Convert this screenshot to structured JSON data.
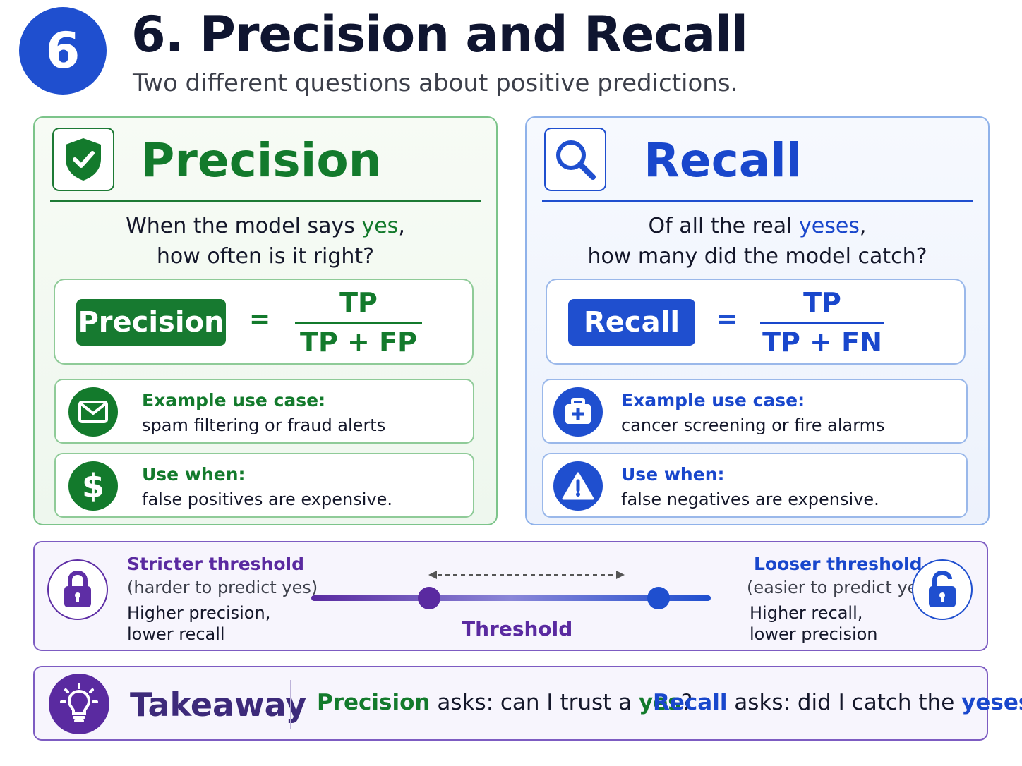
{
  "header": {
    "badge": "6",
    "title": "6. Precision and Recall",
    "subtitle": "Two different questions about positive predictions."
  },
  "precision": {
    "title": "Precision",
    "question_l1_pre": "When the model says ",
    "question_l1_hl": "yes",
    "question_l1_post": ",",
    "question_l2": "how often is it right?",
    "formula_label": "Precision",
    "equals": "=",
    "numerator": "TP",
    "denominator": "TP + FP",
    "example_head": "Example use case:",
    "example_body": "spam filtering or fraud alerts",
    "use_head": "Use when:",
    "use_body": "false positives are expensive."
  },
  "recall": {
    "title": "Recall",
    "question_l1_pre": "Of all the real ",
    "question_l1_hl": "yeses",
    "question_l1_post": ",",
    "question_l2": "how many did the model catch?",
    "formula_label": "Recall",
    "equals": "=",
    "numerator": "TP",
    "denominator": "TP + FN",
    "example_head": "Example use case:",
    "example_body": "cancer screening or fire alarms",
    "use_head": "Use when:",
    "use_body": "false negatives are expensive."
  },
  "threshold": {
    "left_head": "Stricter threshold",
    "left_sub": "(harder to predict yes)",
    "left_effect_1": "Higher precision,",
    "left_effect_2": "lower recall",
    "right_head": "Looser threshold",
    "right_sub": "(easier to predict yes)",
    "right_effect_1": "Higher recall,",
    "right_effect_2": "lower precision",
    "label": "Threshold"
  },
  "takeaway": {
    "title": "Takeaway",
    "a_term": "Precision",
    "a_mid": " asks: can I trust a ",
    "a_hl": "yes",
    "a_end": "?",
    "b_term": "Recall",
    "b_mid": " asks: did I catch the ",
    "b_hl": "yeses",
    "b_end": "?"
  },
  "colors": {
    "green": "#137a2c",
    "blue": "#1f4fcf",
    "purple": "#5a2aa0"
  },
  "icons": [
    "shield-check-icon",
    "magnifier-icon",
    "envelope-icon",
    "dollar-icon",
    "medical-kit-icon",
    "warning-icon",
    "lock-closed-icon",
    "lock-open-icon",
    "lightbulb-icon"
  ]
}
